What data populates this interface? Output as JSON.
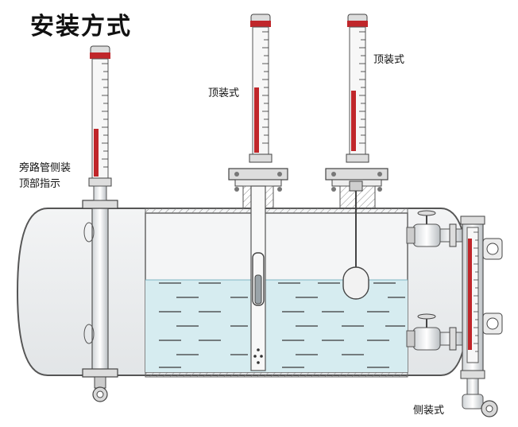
{
  "title": "安装方式",
  "labels": {
    "top_mount_1": "顶装式",
    "top_mount_2": "顶装式",
    "bypass_line1": "旁路管侧装",
    "bypass_line2": "顶部指示",
    "side_mount": "侧装式"
  },
  "colors": {
    "indicator_red": "#c0262a",
    "liquid": "#d6ecf0",
    "tank_outline": "#555555",
    "tank_body": "#eef0f1"
  }
}
